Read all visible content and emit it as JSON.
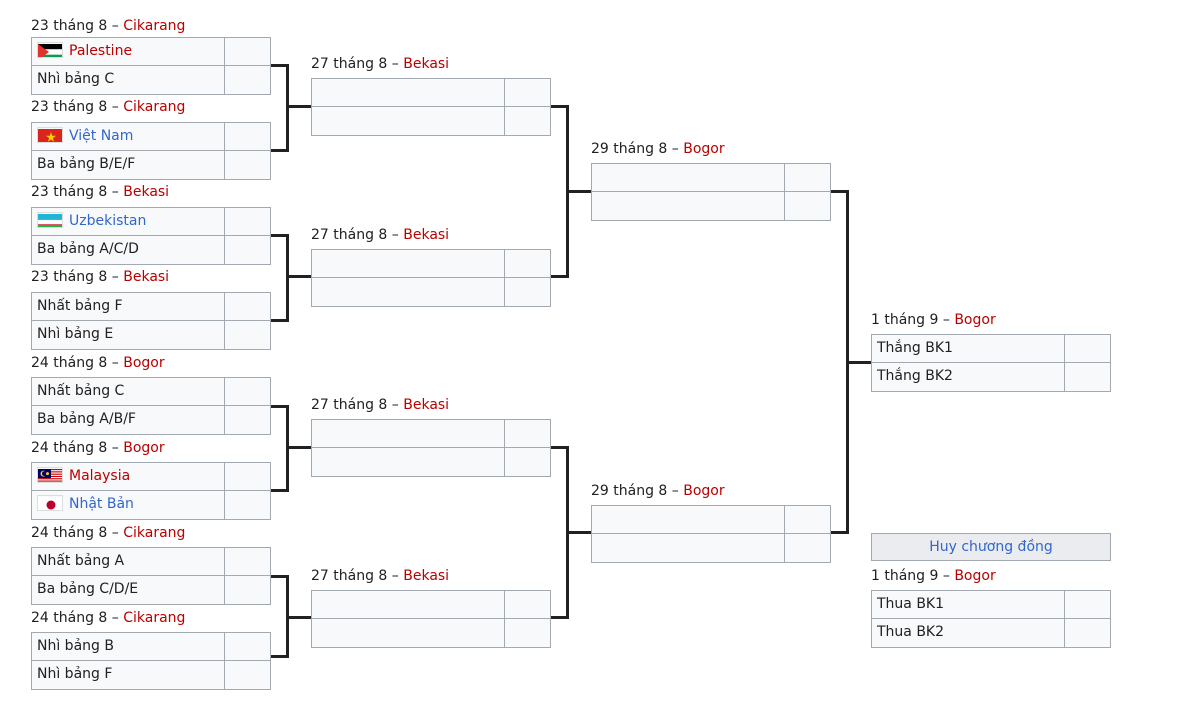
{
  "round1": [
    {
      "date": "23 tháng 8",
      "venue": "Cikarang",
      "teams": [
        {
          "name": "Palestine",
          "flag": "palestine-flag",
          "style": "redlink"
        },
        {
          "name": "Nhì bảng C"
        }
      ]
    },
    {
      "date": "23 tháng 8",
      "venue": "Cikarang",
      "teams": [
        {
          "name": "Việt Nam",
          "flag": "vietnam-flag",
          "style": "link"
        },
        {
          "name": "Ba bảng B/E/F"
        }
      ]
    },
    {
      "date": "23 tháng 8",
      "venue": "Bekasi",
      "teams": [
        {
          "name": "Uzbekistan",
          "flag": "uzbekistan-flag",
          "style": "link"
        },
        {
          "name": "Ba bảng A/C/D"
        }
      ]
    },
    {
      "date": "23 tháng 8",
      "venue": "Bekasi",
      "teams": [
        {
          "name": "Nhất bảng F"
        },
        {
          "name": "Nhì bảng E"
        }
      ]
    },
    {
      "date": "24 tháng 8",
      "venue": "Bogor",
      "teams": [
        {
          "name": "Nhất bảng C"
        },
        {
          "name": "Ba bảng A/B/F"
        }
      ]
    },
    {
      "date": "24 tháng 8",
      "venue": "Bogor",
      "teams": [
        {
          "name": "Malaysia",
          "flag": "malaysia-flag",
          "style": "redlink"
        },
        {
          "name": "Nhật Bản",
          "flag": "japan-flag",
          "style": "link"
        }
      ]
    },
    {
      "date": "24 tháng 8",
      "venue": "Cikarang",
      "teams": [
        {
          "name": "Nhất bảng A"
        },
        {
          "name": "Ba bảng C/D/E"
        }
      ]
    },
    {
      "date": "24 tháng 8",
      "venue": "Cikarang",
      "teams": [
        {
          "name": "Nhì bảng B"
        },
        {
          "name": "Nhì bảng F"
        }
      ]
    }
  ],
  "quarterfinals": [
    {
      "date": "27 tháng 8",
      "venue": "Bekasi",
      "teams": [
        {
          "name": ""
        },
        {
          "name": ""
        }
      ]
    },
    {
      "date": "27 tháng 8",
      "venue": "Bekasi",
      "teams": [
        {
          "name": ""
        },
        {
          "name": ""
        }
      ]
    },
    {
      "date": "27 tháng 8",
      "venue": "Bekasi",
      "teams": [
        {
          "name": ""
        },
        {
          "name": ""
        }
      ]
    },
    {
      "date": "27 tháng 8",
      "venue": "Bekasi",
      "teams": [
        {
          "name": ""
        },
        {
          "name": ""
        }
      ]
    }
  ],
  "semifinals": [
    {
      "date": "29 tháng 8",
      "venue": "Bogor",
      "teams": [
        {
          "name": ""
        },
        {
          "name": ""
        }
      ]
    },
    {
      "date": "29 tháng 8",
      "venue": "Bogor",
      "teams": [
        {
          "name": ""
        },
        {
          "name": ""
        }
      ]
    }
  ],
  "final": {
    "date": "1 tháng 9",
    "venue": "Bogor",
    "teams": [
      {
        "name": "Thắng BK1"
      },
      {
        "name": "Thắng BK2"
      }
    ]
  },
  "bronze": {
    "title": "Huy chương đồng",
    "date": "1 tháng 9",
    "venue": "Bogor",
    "teams": [
      {
        "name": "Thua BK1"
      },
      {
        "name": "Thua BK2"
      }
    ]
  },
  "separator": " – "
}
